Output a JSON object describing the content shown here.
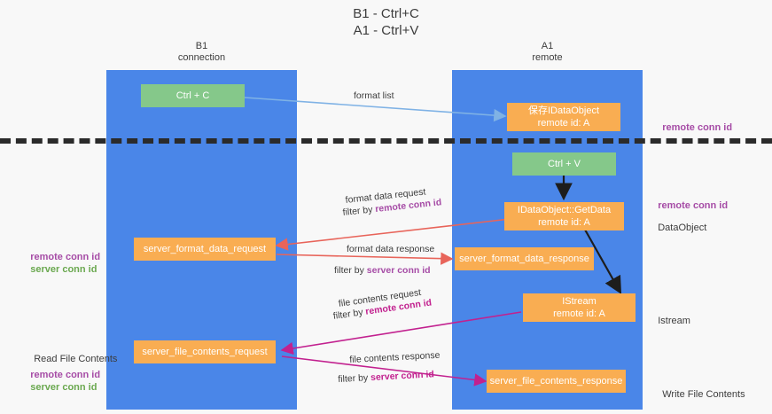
{
  "title": {
    "line1": "B1 - Ctrl+C",
    "line2": "A1 - Ctrl+V"
  },
  "columns": [
    {
      "name": "B1",
      "role": "connection"
    },
    {
      "name": "A1",
      "role": "remote"
    }
  ],
  "nodes": {
    "ctrl_c": "Ctrl + C",
    "ctrl_v": "Ctrl + V",
    "save_idataobject_l1": "保存IDataObject",
    "save_idataobject_l2": "remote id: A",
    "getdata_l1": "IDataObject::GetData",
    "getdata_l2": "remote id: A",
    "istream_l1": "IStream",
    "istream_l2": "remote id: A",
    "server_format_data_request": "server_format_data_request",
    "server_format_data_response": "server_format_data_response",
    "server_file_contents_request": "server_file_contents_request",
    "server_file_contents_response": "server_file_contents_response"
  },
  "edge_labels": {
    "format_list": "format list",
    "format_data_request": "format data request",
    "format_data_request_filter_prefix": "filter by ",
    "format_data_request_filter_key": "remote conn id",
    "format_data_response": "format data response",
    "format_data_response_filter_prefix": "filter by ",
    "format_data_response_filter_key": "server conn id",
    "file_contents_request": "file contents request",
    "file_contents_request_filter_prefix": "filter by ",
    "file_contents_request_filter_key": "remote conn id",
    "file_contents_response": "file contents response",
    "file_contents_response_filter_prefix": "filter by ",
    "file_contents_response_filter_key": "server conn id"
  },
  "side_labels": {
    "right_remote_conn_id_top": "remote conn id",
    "right_remote_conn_id_mid": "remote conn id",
    "right_dataobject": "DataObject",
    "right_istream": "Istream",
    "right_write_file_contents": "Write File Contents",
    "left_remote_conn_id_mid": "remote conn id",
    "left_server_conn_id_mid": "server conn id",
    "left_read_file_contents": "Read File Contents",
    "left_remote_conn_id_bottom": "remote conn id",
    "left_server_conn_id_bottom": "server conn id"
  },
  "colors": {
    "lane": "#4a86e8",
    "node_green": "#85c88a",
    "node_orange": "#f9ad52",
    "accent_purple": "#a64ca6",
    "accent_green": "#6aa84f",
    "accent_magenta": "#c2218f",
    "edge_red": "#e8645a",
    "edge_blue": "#7fb2e5",
    "divider": "#2b2b2b",
    "background": "#f8f8f8"
  }
}
